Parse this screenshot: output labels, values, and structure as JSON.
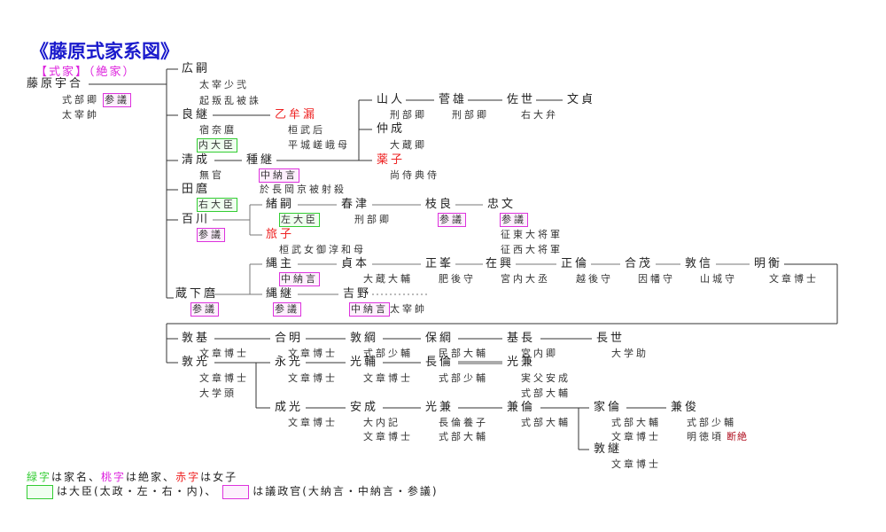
{
  "title": "《藤原式家系図》",
  "subtitle": "【式家】（絶家）",
  "colors": {
    "minister_box": "#33cc33",
    "council_box": "#dd33dd",
    "female": "#ee2222",
    "extinct": "#b01020",
    "title": "#1a1acc"
  },
  "p": {
    "umakai": {
      "name": "藤原宇合",
      "titles": [
        "式部卿",
        "参議",
        "太宰帥"
      ]
    },
    "hirotsugu": {
      "name": "広嗣",
      "titles": [
        "太宰少弐",
        "起叛乱被誅"
      ]
    },
    "yoshitsugu": {
      "name": "良継",
      "titles": [
        "宿奈麿",
        "内大臣"
      ]
    },
    "otomuro": {
      "name": "乙牟漏",
      "titles": [
        "桓武后",
        "平城嵯峨母"
      ]
    },
    "kiyonari": {
      "name": "清成",
      "titles": [
        "無官"
      ]
    },
    "tanetsugu": {
      "name": "種継",
      "titles": [
        "中納言"
      ]
    },
    "yamahito": {
      "name": "山人",
      "titles": [
        "刑部卿"
      ]
    },
    "sugao": {
      "name": "菅雄",
      "titles": [
        "刑部卿"
      ]
    },
    "sukeyo": {
      "name": "佐世",
      "titles": [
        "右大弁"
      ]
    },
    "fumisada": {
      "name": "文貞",
      "titles": []
    },
    "nakanari": {
      "name": "仲成",
      "titles": [
        "大蔵卿"
      ]
    },
    "kusuko": {
      "name": "薬子",
      "titles": [
        "尚侍典侍"
      ]
    },
    "tamaro": {
      "name": "田麿",
      "titles": [
        "右大臣"
      ]
    },
    "tanetsugu_note": "於長岡京被射殺",
    "momokawa": {
      "name": "百川",
      "titles": [
        "参議"
      ]
    },
    "otsugu": {
      "name": "緒嗣",
      "titles": [
        "左大臣"
      ]
    },
    "haruzu": {
      "name": "春津",
      "titles": [
        "刑部卿"
      ]
    },
    "edayoshi": {
      "name": "枝良",
      "titles": [
        "参議"
      ]
    },
    "tadabumi": {
      "name": "忠文",
      "titles": [
        "参議",
        "征東大将軍",
        "征西大将軍"
      ]
    },
    "tabiko": {
      "name": "旅子",
      "titles": [
        "桓武女御淳和母"
      ]
    },
    "kurajimaro": {
      "name": "蔵下麿",
      "titles": [
        "参議"
      ]
    },
    "tadanushi": {
      "name": "縄主",
      "titles": [
        "中納言"
      ]
    },
    "sadamoto": {
      "name": "貞本",
      "titles": [
        "大蔵大輔"
      ]
    },
    "masamine": {
      "name": "正峯",
      "titles": [
        "肥後守"
      ]
    },
    "ariki": {
      "name": "在興",
      "titles": [
        "宮内大丞"
      ]
    },
    "masanori": {
      "name": "正倫",
      "titles": [
        "越後守"
      ]
    },
    "yoshishige": {
      "name": "合茂",
      "titles": [
        "因幡守"
      ]
    },
    "atsunobu": {
      "name": "敦信",
      "titles": [
        "山城守"
      ]
    },
    "akihira": {
      "name": "明衡",
      "titles": [
        "文章博士"
      ]
    },
    "tadatsugu": {
      "name": "縄継",
      "titles": [
        "参議"
      ]
    },
    "yoshino": {
      "name": "吉野",
      "titles": [
        "中納言",
        "太宰帥"
      ]
    },
    "atsumoto": {
      "name": "敦基",
      "titles": [
        "文章博士"
      ]
    },
    "yoshiakira": {
      "name": "合明",
      "titles": [
        "文章博士"
      ]
    },
    "atsutsuna": {
      "name": "敦綱",
      "titles": [
        "式部少輔"
      ]
    },
    "yasutsuna": {
      "name": "保綱",
      "titles": [
        "民部大輔"
      ]
    },
    "motonaga": {
      "name": "基長",
      "titles": [
        "宮内卿"
      ]
    },
    "nagayo": {
      "name": "長世",
      "titles": [
        "大学助"
      ]
    },
    "atsumitsu": {
      "name": "敦光",
      "titles": [
        "文章博士",
        "大学頭"
      ]
    },
    "nagamitsu": {
      "name": "永光",
      "titles": [
        "文章博士"
      ]
    },
    "mitsusuke": {
      "name": "光輔",
      "titles": [
        "文章博士"
      ]
    },
    "nagamichi": {
      "name": "長倫",
      "titles": [
        "式部少輔"
      ]
    },
    "mitsukane1": {
      "name": "光兼",
      "titles": [
        "実父安成",
        "式部大輔"
      ]
    },
    "narimitsu": {
      "name": "成光",
      "titles": [
        "文章博士"
      ]
    },
    "yasunari": {
      "name": "安成",
      "titles": [
        "大内記",
        "文章博士"
      ]
    },
    "mitsukane2": {
      "name": "光兼",
      "titles": [
        "長倫養子",
        "式部大輔"
      ]
    },
    "kanemichi": {
      "name": "兼倫",
      "titles": [
        "式部大輔"
      ]
    },
    "iemichi": {
      "name": "家倫",
      "titles": [
        "式部大輔",
        "文章博士"
      ]
    },
    "kanetoshi": {
      "name": "兼俊",
      "titles": [
        "式部少輔",
        "明徳頃",
        "断絶"
      ]
    },
    "atsutsugu": {
      "name": "敦継",
      "titles": [
        "文章博士"
      ]
    }
  },
  "legend": {
    "green_word": "緑字",
    "green_desc": "は家名、",
    "pink_word": "桃字",
    "pink_desc": "は絶家、",
    "red_word": "赤字",
    "red_desc": "は女子",
    "green_box_desc": "は大臣(太政・左・右・内)、",
    "pink_box_desc": "は議政官(大納言・中納言・参議)"
  }
}
